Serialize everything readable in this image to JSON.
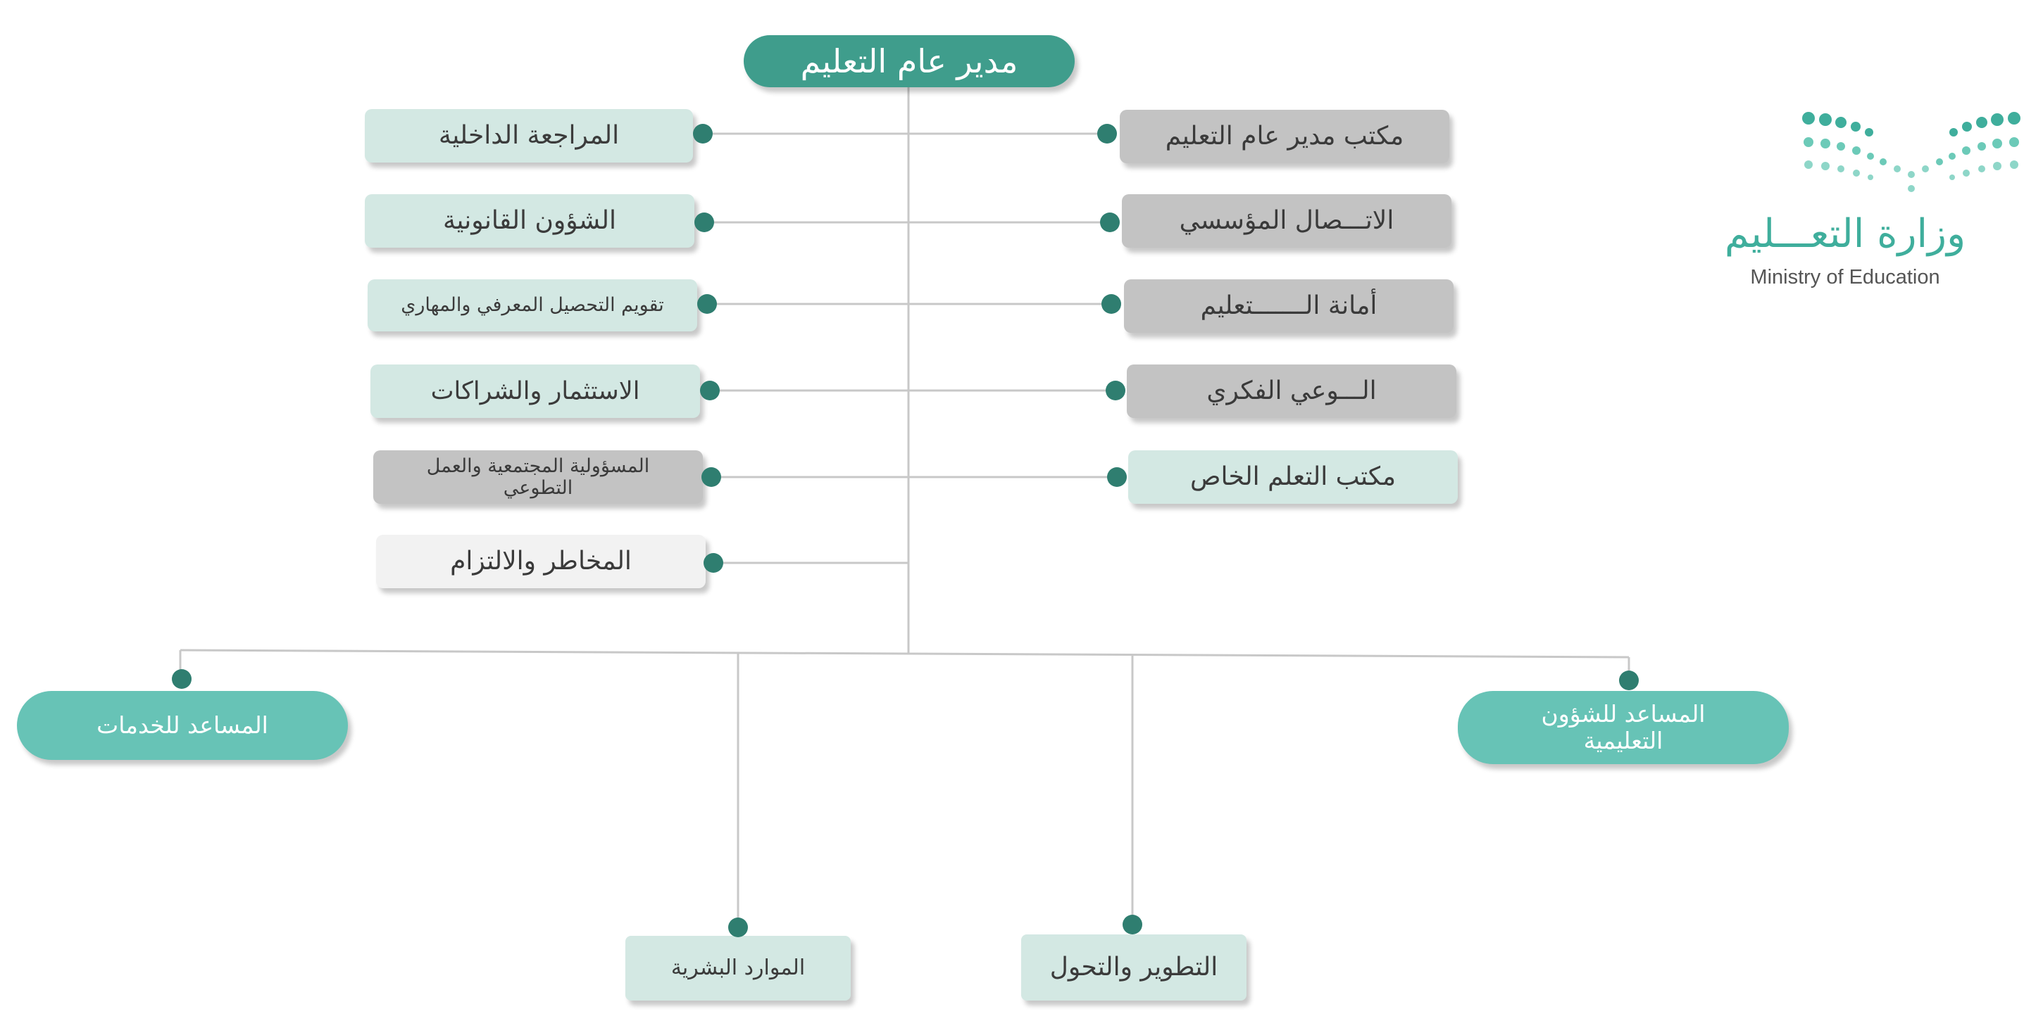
{
  "general_director": "مدير عام التعليم",
  "left_units": [
    "المراجعة الداخلية",
    "الشؤون القانونية",
    "تقويم التحصيل المعرفي والمهاري",
    "الاستثمار والشراكات",
    "المسؤولية المجتمعية والعمل التطوعي",
    "المخاطر والالتزام"
  ],
  "right_units": [
    "مكتب مدير عام التعليم",
    "الاتـــصال المؤسسي",
    "أمانة الـــــــتعليم",
    "الـــوعي الفكري",
    "مكتب التعلم الخاص"
  ],
  "assistant_services": "المساعد للخدمات",
  "assistant_education": "المساعد للشؤون التعليمية",
  "hr": "الموارد البشرية",
  "development": "التطوير والتحول",
  "logo": {
    "arabic": "وزارة التعـــليم",
    "english": "Ministry of Education"
  },
  "colors": {
    "top": "#3f9d8c",
    "assistant": "#67c3b6",
    "mint": "#d3e8e3",
    "gray": "#c3c3c3",
    "light": "#f2f2f2",
    "connector_dot": "#2f7e70"
  }
}
